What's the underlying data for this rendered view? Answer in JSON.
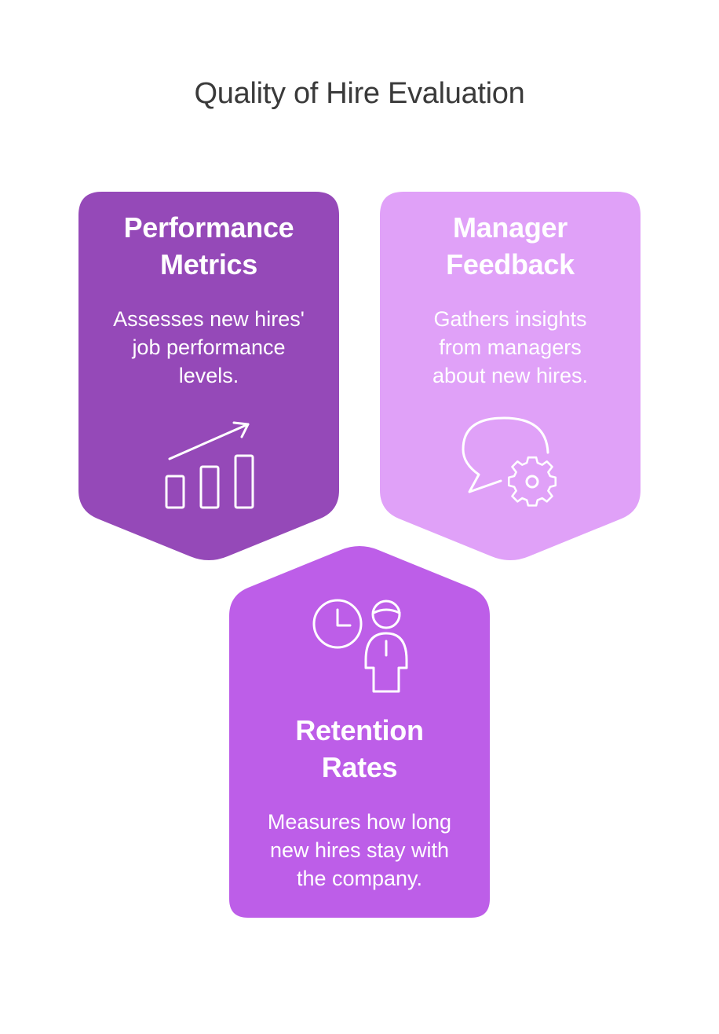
{
  "title": "Quality of Hire Evaluation",
  "colors": {
    "performance": "#9549b8",
    "manager": "#e0a1f8",
    "retention": "#bd5ee8",
    "title_text": "#3a3a3a",
    "card_text": "#ffffff"
  },
  "cards": [
    {
      "heading_line1": "Performance",
      "heading_line2": "Metrics",
      "desc_line1": "Assesses new hires'",
      "desc_line2": "job performance",
      "desc_line3": "levels.",
      "icon": "bar-chart-growth-icon"
    },
    {
      "heading_line1": "Manager",
      "heading_line2": "Feedback",
      "desc_line1": "Gathers insights",
      "desc_line2": "from managers",
      "desc_line3": "about new hires.",
      "icon": "speech-bubble-gear-icon"
    },
    {
      "heading_line1": "Retention",
      "heading_line2": "Rates",
      "desc_line1": "Measures how long",
      "desc_line2": "new hires stay with",
      "desc_line3": "the company.",
      "icon": "clock-person-icon"
    }
  ]
}
